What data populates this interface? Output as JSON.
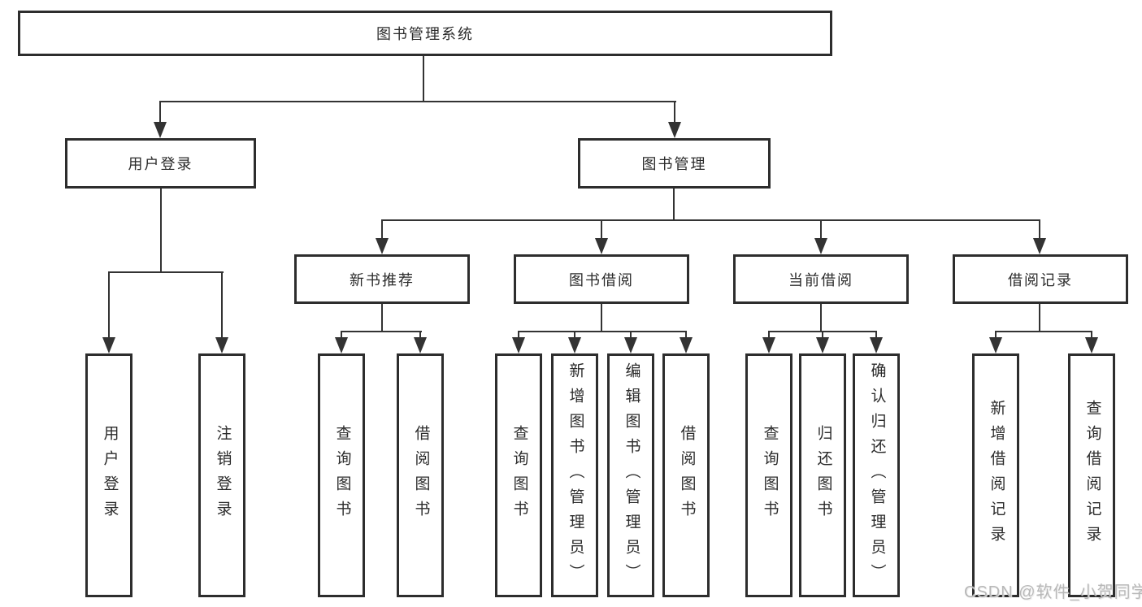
{
  "diagram": {
    "tree": {
      "root": {
        "label": "图书管理系统",
        "children": [
          {
            "label": "用户登录",
            "children": [
              {
                "label": "用户登录"
              },
              {
                "label": "注销登录"
              }
            ]
          },
          {
            "label": "图书管理",
            "children": [
              {
                "label": "新书推荐",
                "children": [
                  {
                    "label": "查询图书"
                  },
                  {
                    "label": "借阅图书"
                  }
                ]
              },
              {
                "label": "图书借阅",
                "children": [
                  {
                    "label": "查询图书"
                  },
                  {
                    "label": "新增图书（管理员）"
                  },
                  {
                    "label": "编辑图书（管理员）"
                  },
                  {
                    "label": "借阅图书"
                  }
                ]
              },
              {
                "label": "当前借阅",
                "children": [
                  {
                    "label": "查询图书"
                  },
                  {
                    "label": "归还图书"
                  },
                  {
                    "label": "确认归还（管理员）"
                  }
                ]
              },
              {
                "label": "借阅记录",
                "children": [
                  {
                    "label": "新增借阅记录"
                  },
                  {
                    "label": "查询借阅记录"
                  }
                ]
              }
            ]
          }
        ]
      }
    }
  },
  "watermark": {
    "text": "CSDN @软件_小贺同学"
  },
  "colors": {
    "line": "#333333",
    "border": "#2d2d2d",
    "text": "#2b2b2b",
    "background": "#ffffff",
    "watermark": "#b8b8b8"
  }
}
